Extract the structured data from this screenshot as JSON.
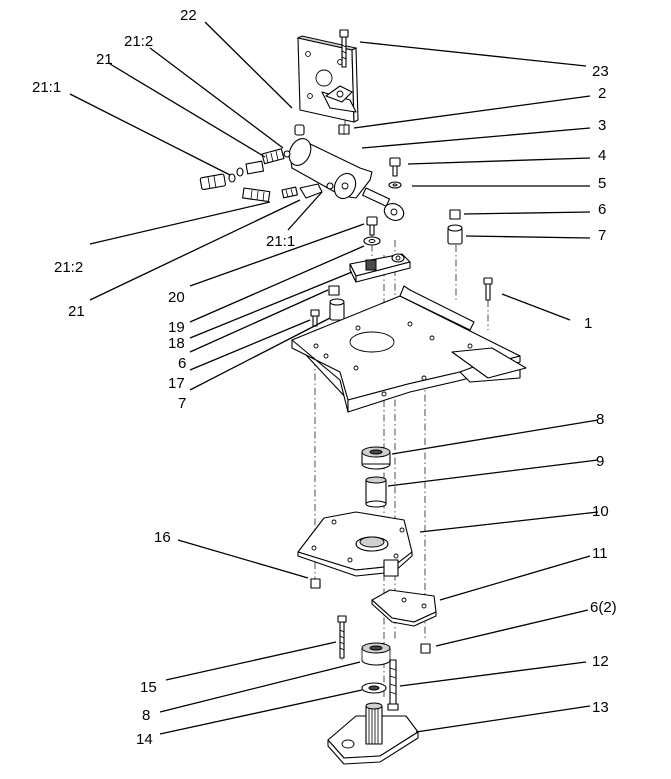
{
  "callouts": {
    "c22": "22",
    "c21_2_top": "21:2",
    "c21_top": "21",
    "c21_1_top": "21:1",
    "c23": "23",
    "c2": "2",
    "c3": "3",
    "c4": "4",
    "c5": "5",
    "c6_top": "6",
    "c7_top": "7",
    "c21_1_mid": "21:1",
    "c21_2_left": "21:2",
    "c20": "20",
    "c21_left": "21",
    "c19": "19",
    "c18": "18",
    "c6_mid": "6",
    "c17": "17",
    "c7_mid": "7",
    "c1": "1",
    "c8_top": "8",
    "c9": "9",
    "c10": "10",
    "c16": "16",
    "c11": "11",
    "c6_2": "6(2)",
    "c15": "15",
    "c12": "12",
    "c8_bottom": "8",
    "c14": "14",
    "c13": "13"
  }
}
